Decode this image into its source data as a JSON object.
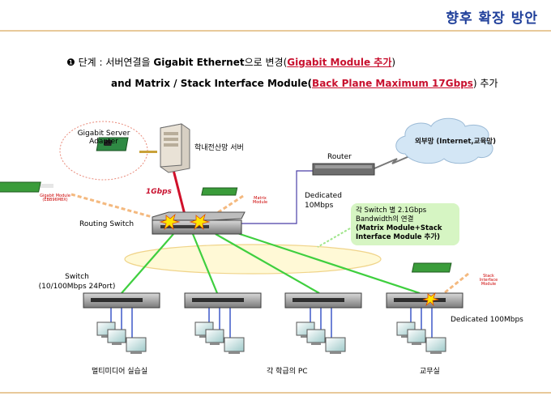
{
  "title": "향후 확장 방안",
  "bullet": "❶",
  "line1": {
    "prefix": "단계 : 서버연결을 ",
    "gigabit": "Gigabit Ethernet",
    "middle": "으로 변경(",
    "highlight": "Gigabit Module 추가",
    "suffix": ")"
  },
  "line2": {
    "prefix": "and Matrix / Stack Interface Module(",
    "highlight": "Back Plane Maximum 17Gbps",
    "suffix": ") 추가"
  },
  "labels": {
    "server_adapter": "Gigabit Server\nAdapter",
    "campus_server": "학내전산망 서버",
    "router": "Router",
    "internet": "외부망 (Internet,교육망)",
    "gbps": "1Gbps",
    "dedicated_router": "Dedicated\n10Mbps",
    "routing_switch": "Routing Switch",
    "switch_spec": "Switch\n(10/100Mbps 24Port)",
    "dedicated_office": "Dedicated 100Mbps",
    "multimedia_lab": "멀티미디어 실습실",
    "classroom_pc": "각 학급의 PC",
    "staff_room": "교무실"
  },
  "modules": {
    "gigabit_module": "Gigabit Module\n(EBB96M8X)",
    "matrix_module": "Matrix\nModule",
    "stack_module": "Stack\nInterface\nModule"
  },
  "note": {
    "line1": "각 Switch 별 2.1Gbps",
    "line2": "Bandwidth의 연결",
    "line3": "(Matrix Module+Stack",
    "line4": "Interface Module 추가)"
  },
  "colors": {
    "title": "#1f3f9a",
    "highlight": "#c8102e",
    "link_green": "#3fcf3f",
    "link_blue": "#1f3fbf",
    "router_link": "#4b3fa8",
    "divider": "#e8c99a"
  }
}
